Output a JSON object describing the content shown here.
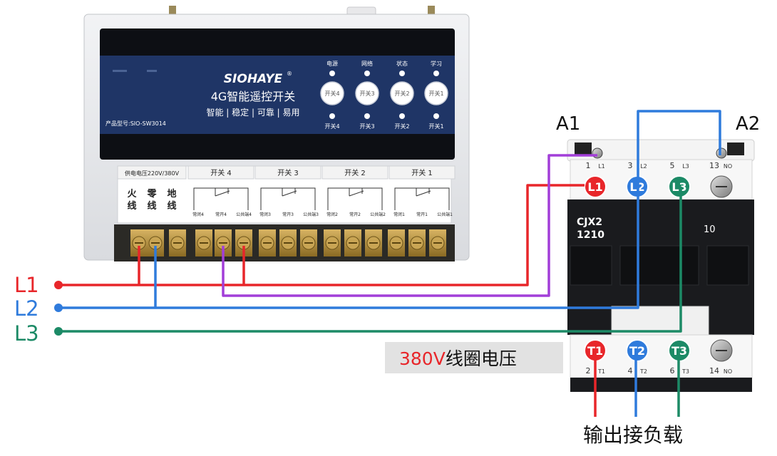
{
  "colors": {
    "l1": "#e8262a",
    "l2": "#2f7bdc",
    "l3": "#1c8a66",
    "control_wire": "#a23ed8",
    "panel_navy": "#1f3566",
    "accent_red": "#e8262a"
  },
  "device": {
    "brand": "SIOHAYE",
    "registered_mark": "®",
    "product_name": "4G智能遥控开关",
    "slogan": "智能 | 稳定 | 可靠 | 易用",
    "model": "产品型号:SIO-SW3014",
    "indicators": [
      {
        "top_label": "电源",
        "button": "开关4",
        "bottom_label": "开关4"
      },
      {
        "top_label": "网络",
        "button": "开关3",
        "bottom_label": "开关3"
      },
      {
        "top_label": "状态",
        "button": "开关2",
        "bottom_label": "开关2"
      },
      {
        "top_label": "学习",
        "button": "开关1",
        "bottom_label": "开关1"
      }
    ],
    "supply_header": "供电电压220V/380V",
    "supply_terminals": [
      "火\n线",
      "零\n线",
      "地\n线"
    ],
    "channels": [
      {
        "title": "开关 4",
        "terminals": [
          "常闭4",
          "常开4",
          "公共端4"
        ]
      },
      {
        "title": "开关 3",
        "terminals": [
          "常闭3",
          "常开3",
          "公共端3"
        ]
      },
      {
        "title": "开关 2",
        "terminals": [
          "常闭2",
          "常开2",
          "公共端2"
        ]
      },
      {
        "title": "开关 1",
        "terminals": [
          "常闭1",
          "常开1",
          "公共端1"
        ]
      }
    ]
  },
  "lines": {
    "l1_label": "L1",
    "l2_label": "L2",
    "l3_label": "L3"
  },
  "contactor": {
    "coil_a1": "A1",
    "coil_a2": "A2",
    "model_line1": "CJX2",
    "model_line2": "1210",
    "rating": "10",
    "top_terminals": [
      {
        "number": "1",
        "sub": "L1",
        "badge": "L1",
        "color": "l1"
      },
      {
        "number": "3",
        "sub": "L2",
        "badge": "L2",
        "color": "l2"
      },
      {
        "number": "5",
        "sub": "L3",
        "badge": "L3",
        "color": "l3"
      },
      {
        "number": "13",
        "sub": "NO",
        "badge": "",
        "color": ""
      }
    ],
    "bottom_terminals": [
      {
        "number": "2",
        "sub": "T1",
        "badge": "T1",
        "color": "l1"
      },
      {
        "number": "4",
        "sub": "T2",
        "badge": "T2",
        "color": "l2"
      },
      {
        "number": "6",
        "sub": "T3",
        "badge": "T3",
        "color": "l3"
      },
      {
        "number": "14",
        "sub": "NO",
        "badge": "",
        "color": ""
      }
    ]
  },
  "coil_voltage": {
    "value": "380V",
    "text": "线圈电压"
  },
  "output_label": "输出接负载"
}
